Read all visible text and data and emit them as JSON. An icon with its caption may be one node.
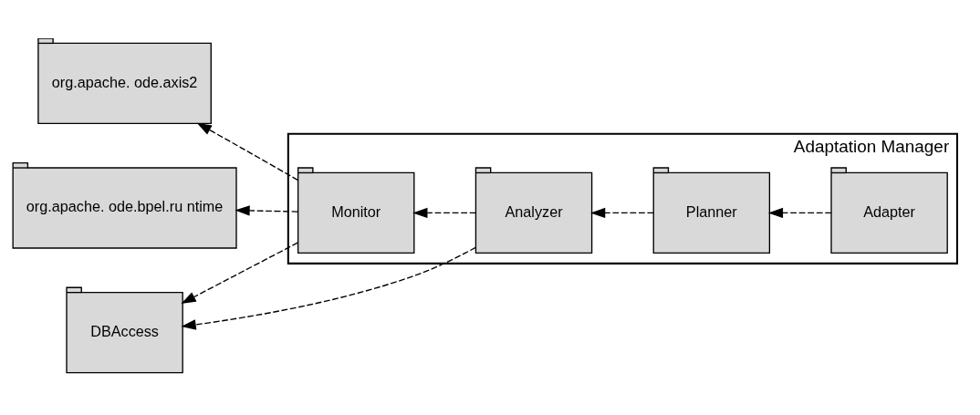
{
  "diagram": {
    "nodes": [
      {
        "text": [
          "Adaptation Manager"
        ]
      },
      {
        "text": [
          "Monitor"
        ],
        "in": 0
      },
      {
        "text": [
          "Analyzer"
        ],
        "in": 0
      },
      {
        "text": [
          "Planner"
        ],
        "in": 0
      },
      {
        "text": [
          "Adapter"
        ],
        "in": 0
      },
      {
        "text": [
          "org.apache. ode.axis2"
        ]
      },
      {
        "text": [
          "org.apache. ode.bpel.ru ntime"
        ]
      },
      {
        "text": [
          "DBAccess"
        ]
      }
    ],
    "edges": [
      {
        "from": 1,
        "to": 5,
        "arrow": "to",
        "style": "dashed"
      },
      {
        "from": 1,
        "to": 6,
        "arrow": "to",
        "style": "dashed"
      },
      {
        "from": 2,
        "to": 1,
        "arrow": "to",
        "style": "dashed"
      },
      {
        "from": 3,
        "to": 2,
        "arrow": "to",
        "style": "dashed"
      },
      {
        "from": 4,
        "to": 3,
        "arrow": "to",
        "style": "dashed"
      },
      {
        "from": 1,
        "to": 7,
        "arrow": "to",
        "style": "dashed"
      },
      {
        "from": 2,
        "to": 7,
        "arrow": "to",
        "style": "dashed"
      }
    ]
  }
}
